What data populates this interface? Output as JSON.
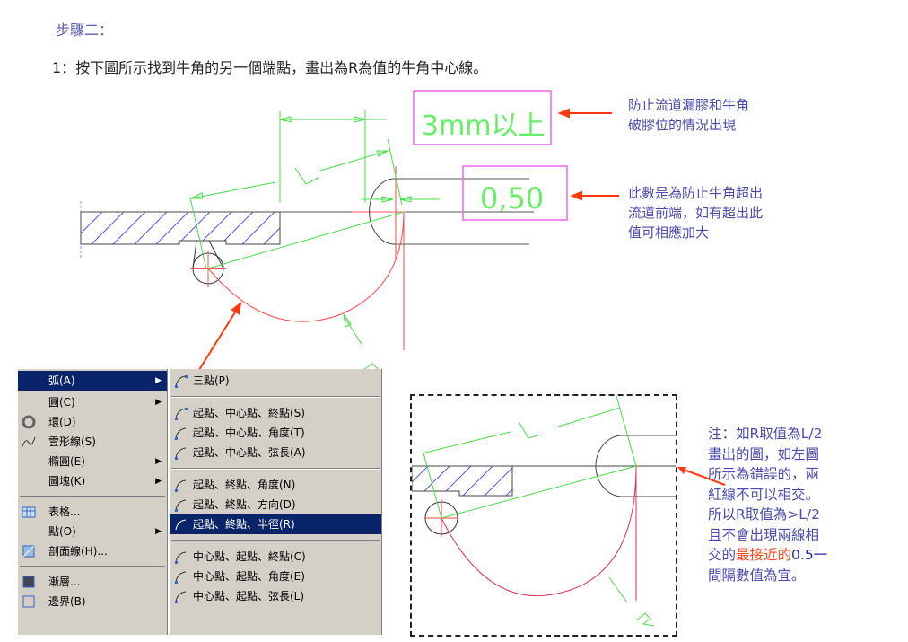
{
  "document": {
    "heading": "步驟二：",
    "instruction": "1：按下圖所示找到牛角的另一個端點，畫出為R為值的牛角中心線。"
  },
  "drawing_top": {
    "dim_box_1": "3mm以上",
    "dim_box_2": "0,50",
    "label_L": "L",
    "label_R": "R",
    "annotation_1": [
      "防止流道漏膠和牛角",
      "破膠位的情況出現"
    ],
    "annotation_2": [
      "此數是為防止牛角超出",
      "流道前端，如有超出此",
      "值可相應加大"
    ]
  },
  "menu_left": {
    "items": [
      {
        "label": "弧(A)",
        "icon": "none",
        "submenu": true,
        "selected": true
      },
      {
        "label": "圓(C)",
        "icon": "none",
        "submenu": true
      },
      {
        "label": "環(D)",
        "icon": "donut-icon",
        "submenu": false
      },
      {
        "label": "雲形線(S)",
        "icon": "spline-icon",
        "submenu": false
      },
      {
        "label": "橢圓(E)",
        "icon": "none",
        "submenu": true
      },
      {
        "label": "圖塊(K)",
        "icon": "none",
        "submenu": true
      },
      {
        "label": "表格...",
        "icon": "table-icon",
        "submenu": false
      },
      {
        "label": "點(O)",
        "icon": "none",
        "submenu": true
      },
      {
        "label": "剖面線(H)...",
        "icon": "hatch-icon",
        "submenu": false
      },
      {
        "label": "漸層...",
        "icon": "gradient-icon",
        "submenu": false
      },
      {
        "label": "邊界(B)",
        "icon": "boundary-icon",
        "submenu": false
      }
    ]
  },
  "menu_right": {
    "items": [
      {
        "label": "三點(P)"
      },
      {
        "label": "起點、中心點、終點(S)"
      },
      {
        "label": "起點、中心點、角度(T)"
      },
      {
        "label": "起點、中心點、弦長(A)"
      },
      {
        "label": "起點、終點、角度(N)"
      },
      {
        "label": "起點、終點、方向(D)"
      },
      {
        "label": "起點、終點、半徑(R)",
        "selected": true
      },
      {
        "label": "中心點、起點、終點(C)"
      },
      {
        "label": "中心點、起點、角度(E)"
      },
      {
        "label": "中心點、起點、弦長(L)"
      }
    ]
  },
  "drawing_bottom": {
    "label_L": "L",
    "label_R": "R"
  },
  "note": {
    "lines": [
      "注：如R取值為L/2",
      "畫出的圖，如左圖",
      "所示為錯誤的，兩",
      "紅線不可以相交。",
      "所以R取值為>L/2",
      "且不會出現兩線相"
    ],
    "line7_pre": "交的",
    "line7_highlight": "最接近的",
    "line7_post": "0.5一",
    "line8": "間隔數值為宜。"
  },
  "colors": {
    "cad_green": "#44dd44",
    "cad_red": "#ff3b3b",
    "magenta_box": "#ee66ee",
    "menu_bg": "#d4d0c8",
    "menu_selected": "#0a246a",
    "text_blue": "#4a4ab0",
    "arrow_red": "#ff3a10"
  }
}
